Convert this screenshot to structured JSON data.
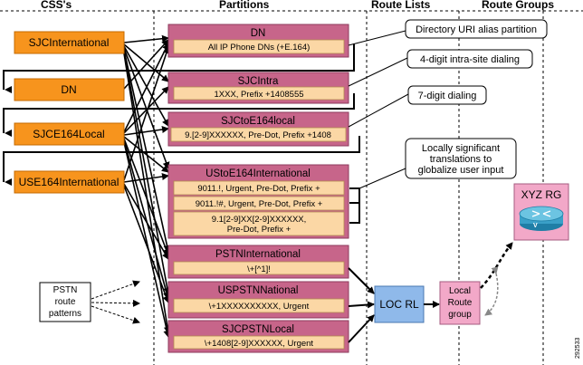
{
  "headers": {
    "css": "CSS's",
    "partitions": "Partitions",
    "route_lists": "Route Lists",
    "route_groups": "Route Groups"
  },
  "css_boxes": [
    {
      "label": "SJCInternational"
    },
    {
      "label": "DN"
    },
    {
      "label": "SJCE164Local"
    },
    {
      "label": "USE164International"
    }
  ],
  "partitions": {
    "dn": {
      "title": "DN",
      "pattern": "All IP Phone DNs (+E.164)"
    },
    "sjcintra": {
      "title": "SJCIntra",
      "pattern": "1XXX, Prefix +1408555"
    },
    "sjctoe164local": {
      "title": "SJCtoE164local",
      "pattern": "9.[2-9]XXXXXX, Pre-Dot, Prefix +1408"
    },
    "ustoe164international": {
      "title": "UStoE164International",
      "patterns": [
        {
          "line1": "9011.!, Urgent, Pre-Dot, Prefix +",
          "line2": ""
        },
        {
          "line1": "9011.!#, Urgent, Pre-Dot, Prefix +",
          "line2": ""
        },
        {
          "line1": "9.1[2-9]XX[2-9]XXXXXX,",
          "line2": "Pre-Dot, Prefix +"
        }
      ]
    },
    "pstninternational": {
      "title": "PSTNInternational",
      "pattern": "\\+[^1]!"
    },
    "uspstnnational": {
      "title": "USPSTNNational",
      "pattern": "\\+1XXXXXXXXXX, Urgent"
    },
    "sjcpstnlocal": {
      "title": "SJCPSTNLocal",
      "pattern": "\\+1408[2-9]XXXXXX, Urgent"
    }
  },
  "callouts": {
    "directory_uri": "Directory URI alias partition",
    "intra_site": "4-digit intra-site dialing",
    "seven_digit": "7-digit dialing",
    "local_line1": "Locally significant",
    "local_line2": "translations to",
    "local_line3": "globalize user input"
  },
  "pstn_patterns": {
    "line1": "PSTN",
    "line2": "route",
    "line3": "patterns"
  },
  "route_list": {
    "label": "LOC RL"
  },
  "local_route_group": {
    "line1": "Local",
    "line2": "Route",
    "line3": "group"
  },
  "route_group": {
    "label": "XYZ RG",
    "badge": "V"
  },
  "figure_id": "292533",
  "colors": {
    "css_fill": "#f7941d",
    "partition_fill": "#c7658a",
    "pattern_fill": "#fbd7a5",
    "route_list_fill": "#8fb9ea",
    "route_group_fill": "#f2a8c8",
    "router_fill": "#3aa0c8"
  }
}
